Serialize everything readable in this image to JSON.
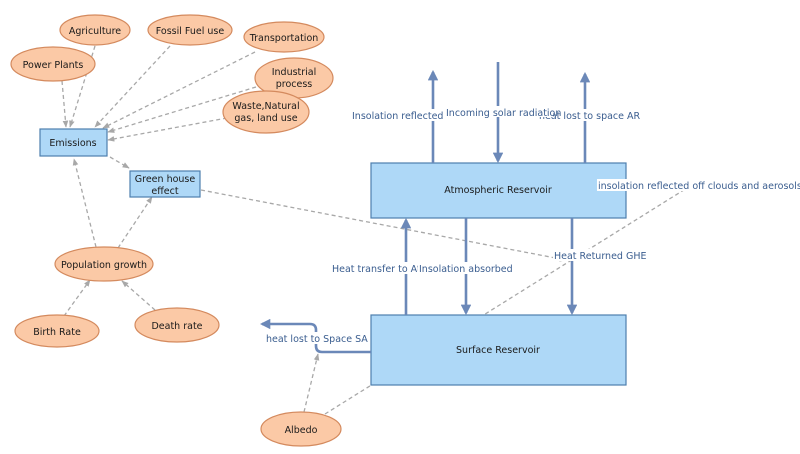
{
  "colors": {
    "oval_fill": "#fbc9a6",
    "oval_stroke": "#d48a5e",
    "box_fill": "#aed8f7",
    "box_stroke": "#4d7fae",
    "flow": "#6b88b8",
    "flow_label": "#3a5d8f",
    "influence": "#a8a8a8"
  },
  "variables": {
    "agriculture": "Agriculture",
    "fossil_fuel_use": "Fossil Fuel use",
    "transportation": "Transportation",
    "power_plants": "Power Plants",
    "industrial_process_line1": "Industrial",
    "industrial_process_line2": "process",
    "waste_line1": "Waste,Natural",
    "waste_line2": "gas, land use",
    "emissions": "Emissions",
    "green_house_line1": "Green house",
    "green_house_line2": "effect",
    "population_growth": "Population growth",
    "birth_rate": "Birth Rate",
    "death_rate": "Death rate",
    "albedo": "Albedo"
  },
  "reservoirs": {
    "atmospheric": "Atmospheric Reservoir",
    "surface": "Surface Reservoir"
  },
  "flows": {
    "insolation_reflected": "Insolation reflected",
    "incoming_solar_radiation": "Incoming solar radiation",
    "heat_lost_to_space_ar": "heat lost to space AR",
    "insolation_reflected_clouds": "insolation reflected off clouds and aerosols",
    "heat_transfer_to_at": "Heat transfer to At",
    "insolation_absorbed": "Insolation absorbed",
    "heat_returned_ghe": "Heat Returned GHE",
    "heat_lost_to_space_sa": "heat lost to Space SA"
  }
}
